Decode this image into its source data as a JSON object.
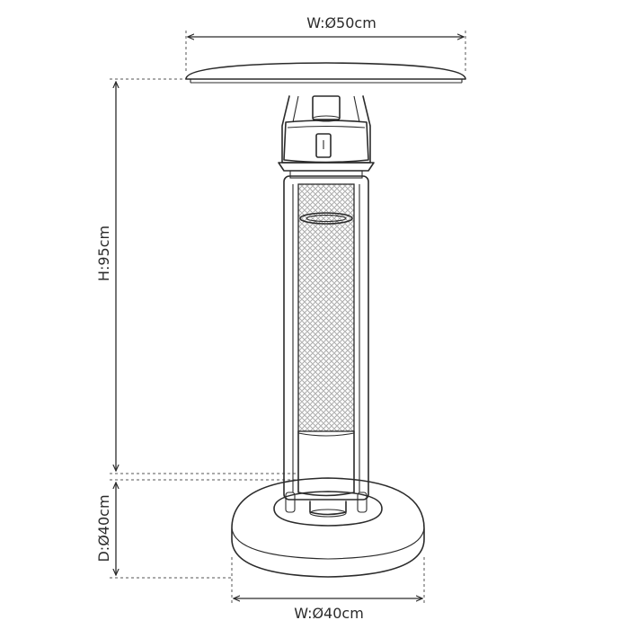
{
  "dimensions": {
    "top_width": "W:Ø50cm",
    "height": "H:95cm",
    "base_depth": "D:Ø40cm",
    "base_width": "W:Ø40cm"
  },
  "colors": {
    "line": "#2b2b2b",
    "background": "#ffffff",
    "mesh": "#8a8a8a"
  }
}
